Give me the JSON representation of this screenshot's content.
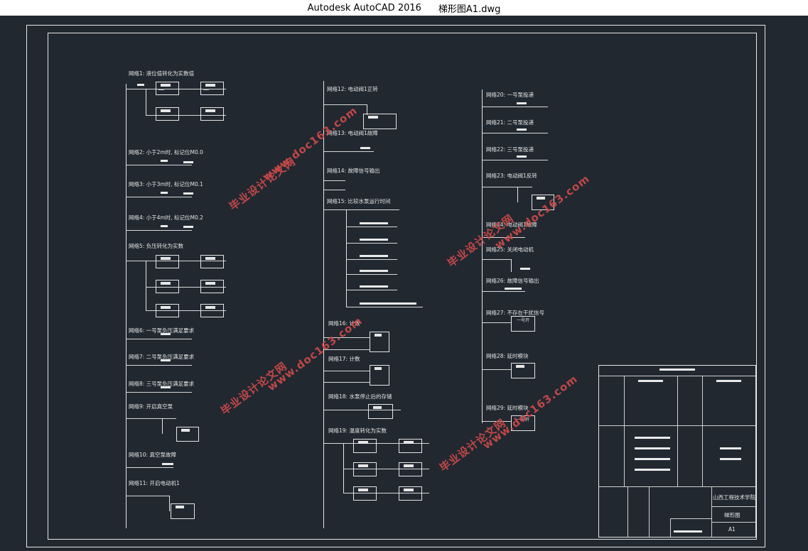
{
  "window": {
    "app": "Autodesk AutoCAD 2016",
    "file": "梯形图A1.dwg"
  },
  "networks_col1": [
    "网络1: 液位值转化为实数值",
    "网络2: 小于2m时, 标记位M0.0",
    "网络3: 小于3m时, 标记位M0.1",
    "网络4: 小于4m时, 标记位M0.2",
    "网络5: 负压转化为实数",
    "网络6: 一号泵负压满足要求",
    "网络7: 二号泵负压满足要求",
    "网络8: 三号泵负压满足要求",
    "网络9: 开启真空泵",
    "网络10: 真空泵故障",
    "网络11: 开启电动机1"
  ],
  "networks_col2": [
    "网络12: 电动阀1正转",
    "网络13: 电动阀1故障",
    "网络14: 故障信号输出",
    "网络15: 比较水泵运行时间",
    "网络16: 计数",
    "网络17: 计数",
    "网络18: 水泵停止后的存储",
    "网络19: 温度转化为实数"
  ],
  "networks_col3": [
    "网络20: 一号泵投递",
    "网络21: 二号泵投递",
    "网络22: 三号泵投递",
    "网络23: 电动阀1反转",
    "网络24: 电动阀1故障",
    "网络25: 关闭电动机",
    "网络26: 故障信号输出",
    "网络27: 不存在干扰信号",
    "网络28: 延时模块",
    "网络29: 延时模块"
  ],
  "block_labels": {
    "fifo": "一号开"
  },
  "watermark": {
    "cn": "毕业设计论文网",
    "url": "www.doc163.com"
  },
  "title_block": {
    "school": "山西工程技术学院",
    "drawing_name": "梯形图",
    "sheet": "A1"
  },
  "colors": {
    "background": "#212830",
    "lines": "#e6e6e6",
    "watermark": "#d04a4a"
  }
}
